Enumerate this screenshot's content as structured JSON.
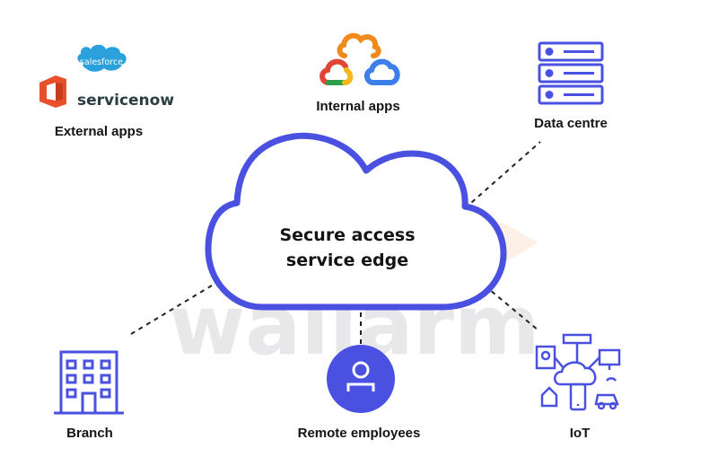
{
  "center": {
    "line1": "Secure access",
    "line2": "service edge"
  },
  "nodes": {
    "external_apps": {
      "label": "External apps",
      "logos": {
        "salesforce": "salesforce",
        "servicenow": "servicenow"
      }
    },
    "internal_apps": {
      "label": "Internal apps"
    },
    "data_centre": {
      "label": "Data centre"
    },
    "branch": {
      "label": "Branch"
    },
    "remote_employees": {
      "label": "Remote employees"
    },
    "iot": {
      "label": "IoT"
    }
  },
  "watermark": "wallarm",
  "colors": {
    "accent": "#4a51e0",
    "cloud_fill": "#ffffff",
    "watermark": "#e8e8ea",
    "watermark_mark": "#fbe3d2",
    "text": "#141414"
  },
  "icons": [
    "office-icon",
    "salesforce-icon",
    "cloud-apps-icon",
    "server-rack-icon",
    "building-icon",
    "person-icon",
    "iot-network-icon"
  ]
}
